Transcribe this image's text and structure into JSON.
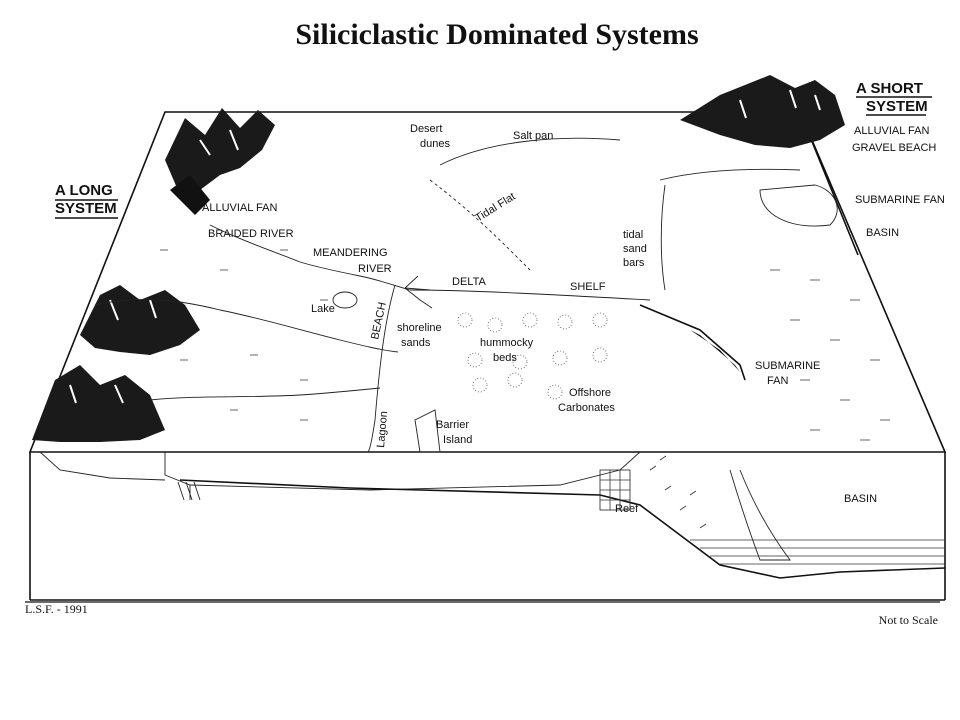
{
  "title": "Siliciclastic Dominated Systems",
  "left_system": [
    "A LONG",
    "SYSTEM"
  ],
  "right_system": [
    "A SHORT",
    "SYSTEM"
  ],
  "labels": {
    "desert": [
      "Desert",
      "dunes"
    ],
    "salt_pan": "Salt pan",
    "alluvial_fan_left": "ALLUVIAL FAN",
    "braided_river": "BRAIDED RIVER",
    "meandering_river": [
      "MEANDERING",
      "RIVER"
    ],
    "delta": "DELTA",
    "lake": "Lake",
    "beach": "BEACH",
    "tidal_flat": "Tidal Flat",
    "tidal_sand_bars": [
      "tidal",
      "sand",
      "bars"
    ],
    "shelf": "SHELF",
    "shoreline_sands": [
      "shoreline",
      "sands"
    ],
    "hummocky_beds": [
      "hummocky",
      "beds"
    ],
    "offshore_carbonates": [
      "Offshore",
      "Carbonates"
    ],
    "lagoon": "Lagoon",
    "barrier_island": [
      "Barrier",
      "Island"
    ],
    "reef": "Reef",
    "alluvial_fan_right": "ALLUVIAL FAN",
    "gravel_beach": "GRAVEL BEACH",
    "submarine_fan_right": "SUBMARINE FAN",
    "basin_right": "BASIN",
    "submarine_fan_center": [
      "SUBMARINE",
      "FAN"
    ],
    "basin_front": "BASIN"
  },
  "footer": {
    "credit": "L.S.F. - 1991",
    "scale_note": "Not to Scale"
  }
}
